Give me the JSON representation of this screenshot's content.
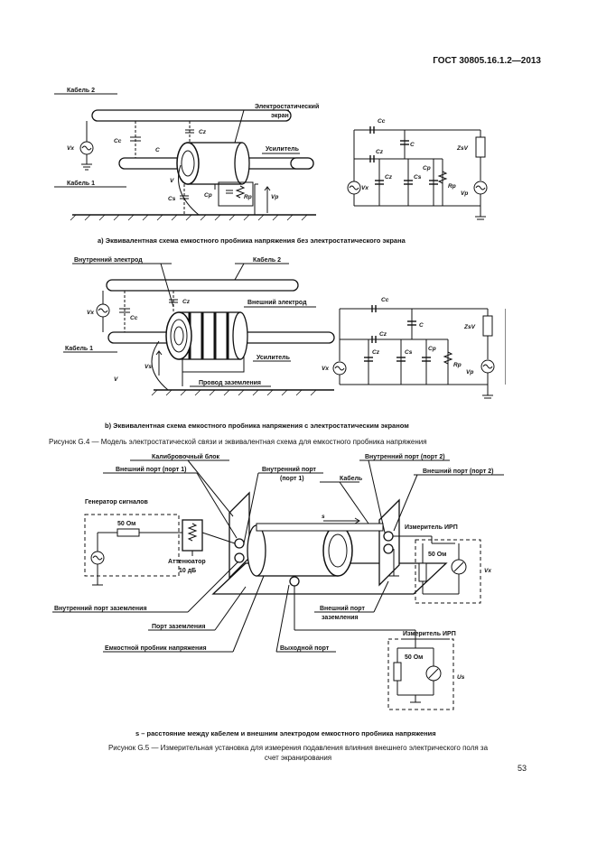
{
  "header": "ГОСТ 30805.16.1.2—2013",
  "page_number": "53",
  "fig_g4": {
    "a": {
      "caption": "а) Эквивалентная схема емкостного пробника напряжения без электростатического экрана",
      "labels": {
        "cable2": "Кабель 2",
        "cable1": "Кабель 1",
        "screen1": "Электростатический",
        "screen2": "экран",
        "amp": "Усилитель",
        "vx": "Vx",
        "cc": "Cc",
        "cz": "Cz",
        "c": "C",
        "cs": "Cs",
        "cp": "Cp",
        "rp": "Rp",
        "vp": "Vp",
        "v": "V",
        "zsv": "ZsV"
      }
    },
    "b": {
      "caption": "b) Эквивалентная схема емкостного пробника напряжения с электростатическим экраном",
      "labels": {
        "inner": "Внутренний электрод",
        "cable2": "Кабель 2",
        "outer": "Внешний электрод",
        "cable1": "Кабель 1",
        "amp": "Усилитель",
        "ground": "Провод заземления",
        "vx": "Vx",
        "cc": "Cc",
        "cz": "Cz",
        "c": "C",
        "cs": "Cs",
        "cp": "Cp",
        "rp": "Rp",
        "vp": "Vp",
        "v": "V",
        "zsv": "ZsV",
        "vs": "Vs"
      }
    },
    "title": "Рисунок G.4 — Модель электростатической связи и эквивалентная схема для емкостного пробника напряжения"
  },
  "fig_g5": {
    "labels": {
      "calib": "Калибровочный блок",
      "outer1": "Внешний порт (порт 1)",
      "inner1a": "Внутренний порт",
      "inner1b": "(порт 1)",
      "cable": "Кабель",
      "inner2": "Внутренний порт (порт 2)",
      "outer2": "Внешний порт (порт 2)",
      "gen": "Генератор сигналов",
      "r50a": "50 Ом",
      "r50b": "50 Ом",
      "r50c": "50 Ом",
      "s": "s",
      "meter1": "Измеритель ИРП",
      "meter2": "Измеритель ИРП",
      "att1": "Аттенюатор",
      "att2": "10 дБ",
      "vx": "Vx",
      "us": "Us",
      "inner_gnd": "Внутренний порт заземления",
      "outer_gnd1": "Внешний порт",
      "outer_gnd2": "заземления",
      "gnd_port": "Порт заземления",
      "probe": "Емкостной пробник напряжения",
      "out_port": "Выходной порт"
    },
    "note": "s – расстояние между кабелем и внешним электродом емкостного пробника напряжения",
    "title_line1": "Рисунок G.5 — Измерительная установка для измерения подавления влияния внешнего электрического поля за",
    "title_line2": "счет экранирования"
  }
}
